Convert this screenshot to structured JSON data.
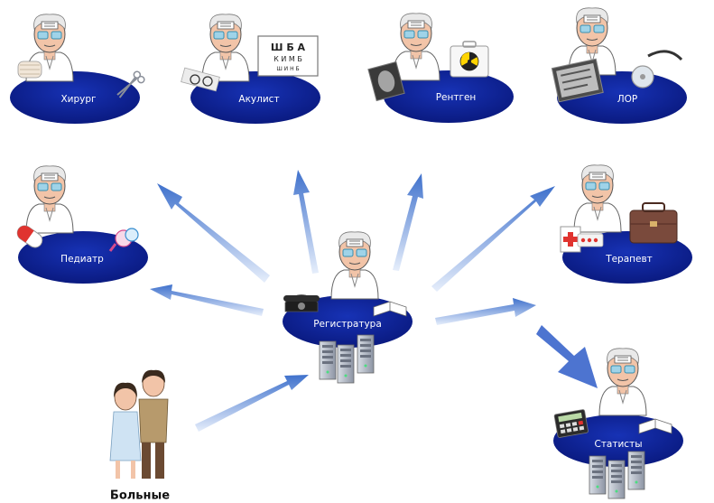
{
  "nodes": {
    "surgeon": "Хирург",
    "oculist": "Акулист",
    "xray": "Рентген",
    "ent": "ЛОР",
    "pediatrician": "Педиатр",
    "therapist": "Терапевт",
    "registry": "Регистратура",
    "statistics": "Статисты",
    "patients": "Больные"
  },
  "eye_chart": {
    "row1": "Ш Б А",
    "row2": "К И М Б",
    "row3": "Ш И Н Б"
  },
  "colors": {
    "ellipse": "#0c1f8f",
    "arrow": "#4f7fd4",
    "coat": "#ffffff",
    "skin": "#f2c4a8",
    "glasses": "#5aa9c9"
  }
}
